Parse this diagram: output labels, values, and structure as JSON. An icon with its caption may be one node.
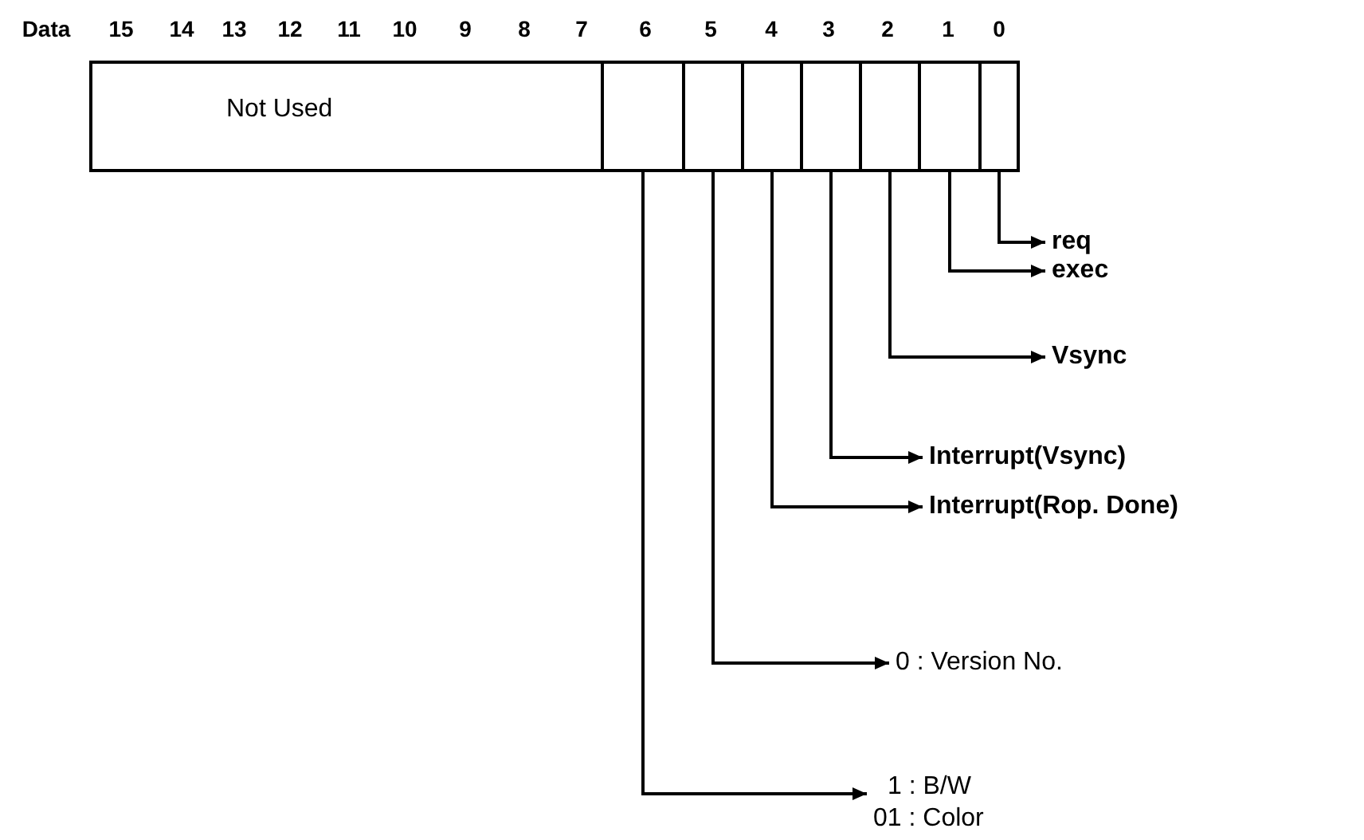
{
  "diagram": {
    "nodes": [
      {
        "text": [
          "Not Used"
        ]
      },
      {
        "text": [],
        "shape": "box"
      },
      {
        "text": [],
        "shape": "box"
      },
      {
        "text": [],
        "shape": "box"
      },
      {
        "text": [],
        "shape": "box"
      },
      {
        "text": [],
        "shape": "box"
      },
      {
        "text": [],
        "shape": "box"
      },
      {
        "text": [],
        "shape": "box"
      },
      {
        "text": [
          "req"
        ]
      },
      {
        "text": [
          "exec"
        ]
      },
      {
        "text": [
          "Vsync"
        ]
      },
      {
        "text": [
          "Interrupt(Vsync)"
        ]
      },
      {
        "text": [
          "Interrupt(Rop. Done)"
        ]
      },
      {
        "text": [
          "0 : Version No."
        ]
      },
      {
        "text": [
          "1 : B/W",
          "01 : Color"
        ]
      }
    ],
    "edges": [
      {
        "from": 7,
        "to": 8,
        "arrow": "to"
      },
      {
        "from": 6,
        "to": 9,
        "arrow": "to"
      },
      {
        "from": 5,
        "to": 10,
        "arrow": "to"
      },
      {
        "from": 4,
        "to": 11,
        "arrow": "to"
      },
      {
        "from": 3,
        "to": 12,
        "arrow": "to"
      },
      {
        "from": 2,
        "to": 13,
        "arrow": "to"
      },
      {
        "from": 1,
        "to": 14,
        "arrow": "to"
      }
    ],
    "labels": [
      "Data",
      "15",
      "14",
      "13",
      "12",
      "11",
      "10",
      "9",
      "8",
      "7",
      "6",
      "5",
      "4",
      "3",
      "2",
      "1",
      "0"
    ]
  }
}
